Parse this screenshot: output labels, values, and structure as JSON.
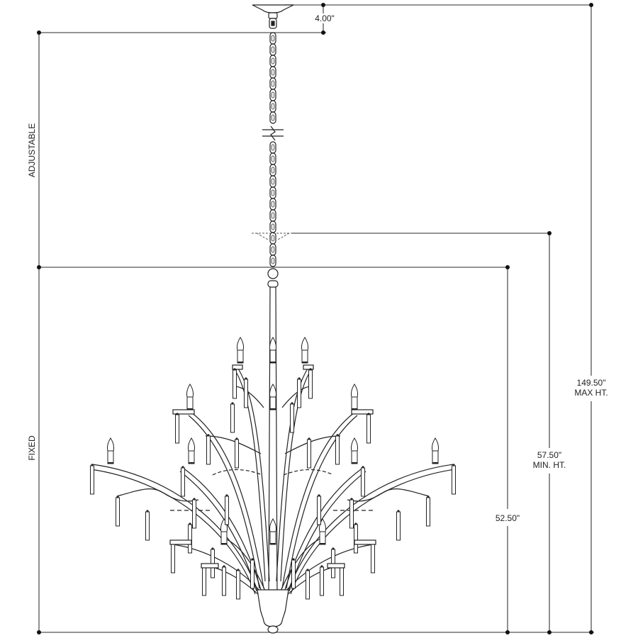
{
  "drawing": {
    "title": "Chandelier dimension drawing",
    "line_color": "#222222",
    "dim_line_color": "#555555",
    "background": "#ffffff"
  },
  "dimensions": {
    "canopy_height": {
      "value": "4.00\""
    },
    "max_height": {
      "value": "149.50\"",
      "note": "MAX HT."
    },
    "min_height": {
      "value": "57.50\"",
      "note": "MIN. HT."
    },
    "fixture_height": {
      "value": "52.50\""
    }
  },
  "side_labels": {
    "adjustable": "ADJUSTABLE",
    "fixed": "FIXED"
  },
  "fixture": {
    "lights": 15,
    "tiers": 3,
    "components": [
      "canopy",
      "chain",
      "chain-break",
      "ceiling-line",
      "stem",
      "arms",
      "candle-sockets",
      "crystal-drops",
      "bowl",
      "finial"
    ]
  }
}
